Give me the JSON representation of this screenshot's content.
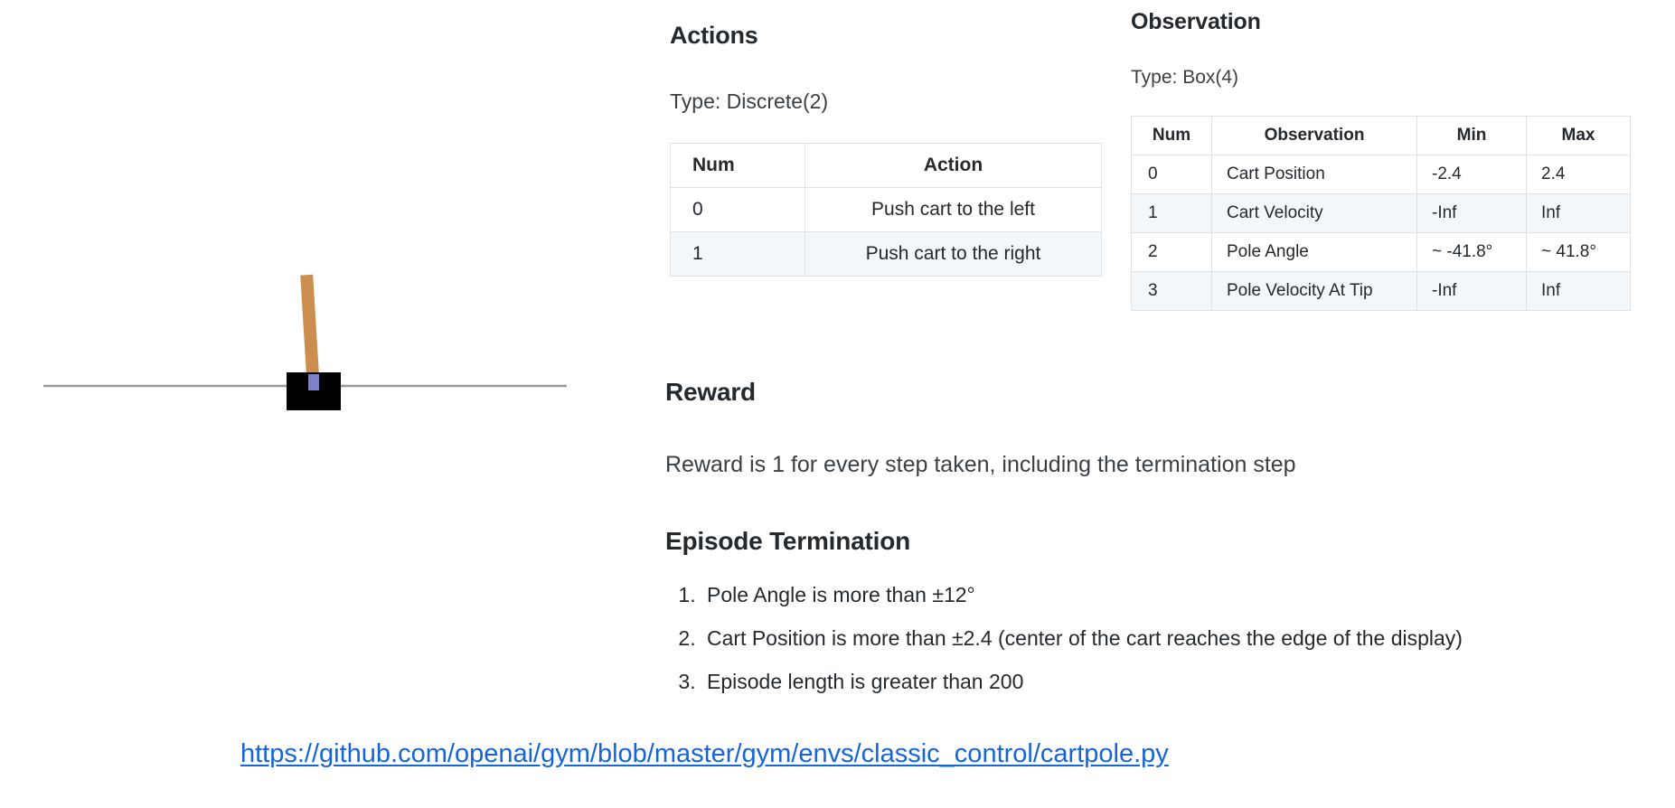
{
  "figure": {
    "label": "cartpole-environment-illustration",
    "cart_color": "#000000",
    "pole_color": "#cc8e4f",
    "axle_color": "#8080c8",
    "track_color": "#999999",
    "pole_tilt_degrees": -3.5
  },
  "actions": {
    "heading": "Actions",
    "type_text": "Type: Discrete(2)",
    "columns": [
      "Num",
      "Action"
    ],
    "rows": [
      {
        "num": "0",
        "action": "Push cart to the left"
      },
      {
        "num": "1",
        "action": "Push cart to the right"
      }
    ]
  },
  "observation": {
    "heading": "Observation",
    "type_text": "Type: Box(4)",
    "columns": [
      "Num",
      "Observation",
      "Min",
      "Max"
    ],
    "rows": [
      {
        "num": "0",
        "observation": "Cart Position",
        "min": "-2.4",
        "max": "2.4"
      },
      {
        "num": "1",
        "observation": "Cart Velocity",
        "min": "-Inf",
        "max": "Inf"
      },
      {
        "num": "2",
        "observation": "Pole Angle",
        "min": "~ -41.8°",
        "max": "~ 41.8°"
      },
      {
        "num": "3",
        "observation": "Pole Velocity At Tip",
        "min": "-Inf",
        "max": "Inf"
      }
    ]
  },
  "reward": {
    "heading": "Reward",
    "text": "Reward is 1 for every step taken, including the termination step"
  },
  "termination": {
    "heading": "Episode Termination",
    "items": [
      "Pole Angle is more than ±12°",
      "Cart Position is more than ±2.4 (center of the cart reaches the edge of the display)",
      "Episode length is greater than 200"
    ]
  },
  "footer": {
    "link_text": "https://github.com/openai/gym/blob/master/gym/envs/classic_control/cartpole.py",
    "link_color": "#1565d8"
  }
}
